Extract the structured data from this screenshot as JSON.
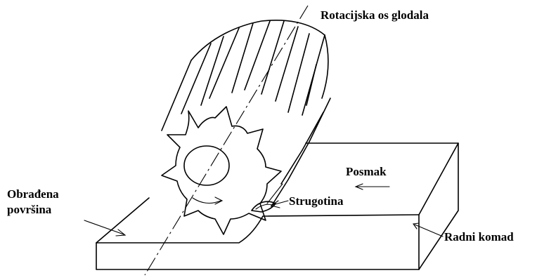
{
  "labels": {
    "rotation_axis": "Rotacijska os glodala",
    "feed": "Posmak",
    "machined_surface_line1": "Obrađena",
    "machined_surface_line2": "površina",
    "chip": "Strugotina",
    "workpiece": "Radni komad"
  }
}
